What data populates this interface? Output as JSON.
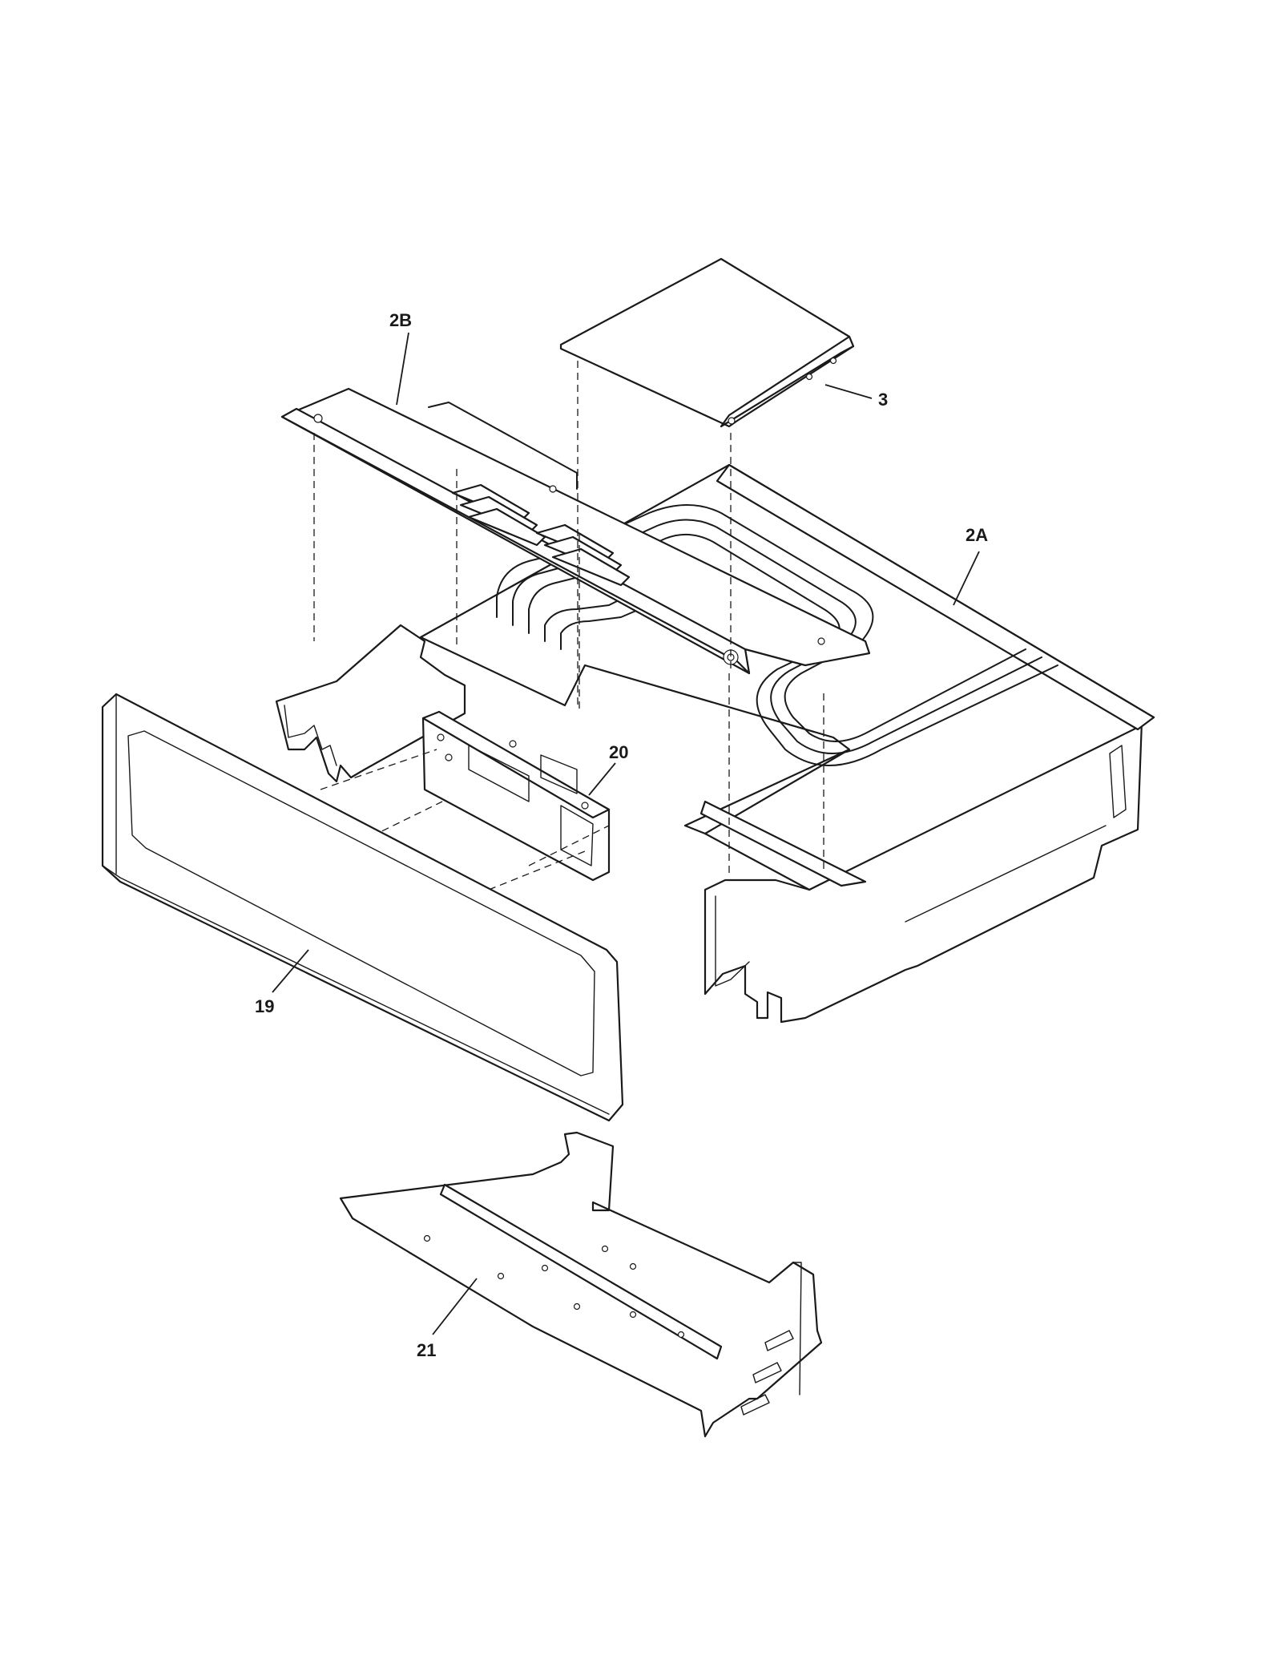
{
  "diagram": {
    "callouts": {
      "c2b": "2B",
      "c3": "3",
      "c2a": "2A",
      "c20": "20",
      "c19": "19",
      "c21": "21"
    },
    "parts": [
      {
        "callout": "2B"
      },
      {
        "callout": "3"
      },
      {
        "callout": "2A"
      },
      {
        "callout": "20"
      },
      {
        "callout": "19"
      },
      {
        "callout": "21"
      }
    ]
  }
}
